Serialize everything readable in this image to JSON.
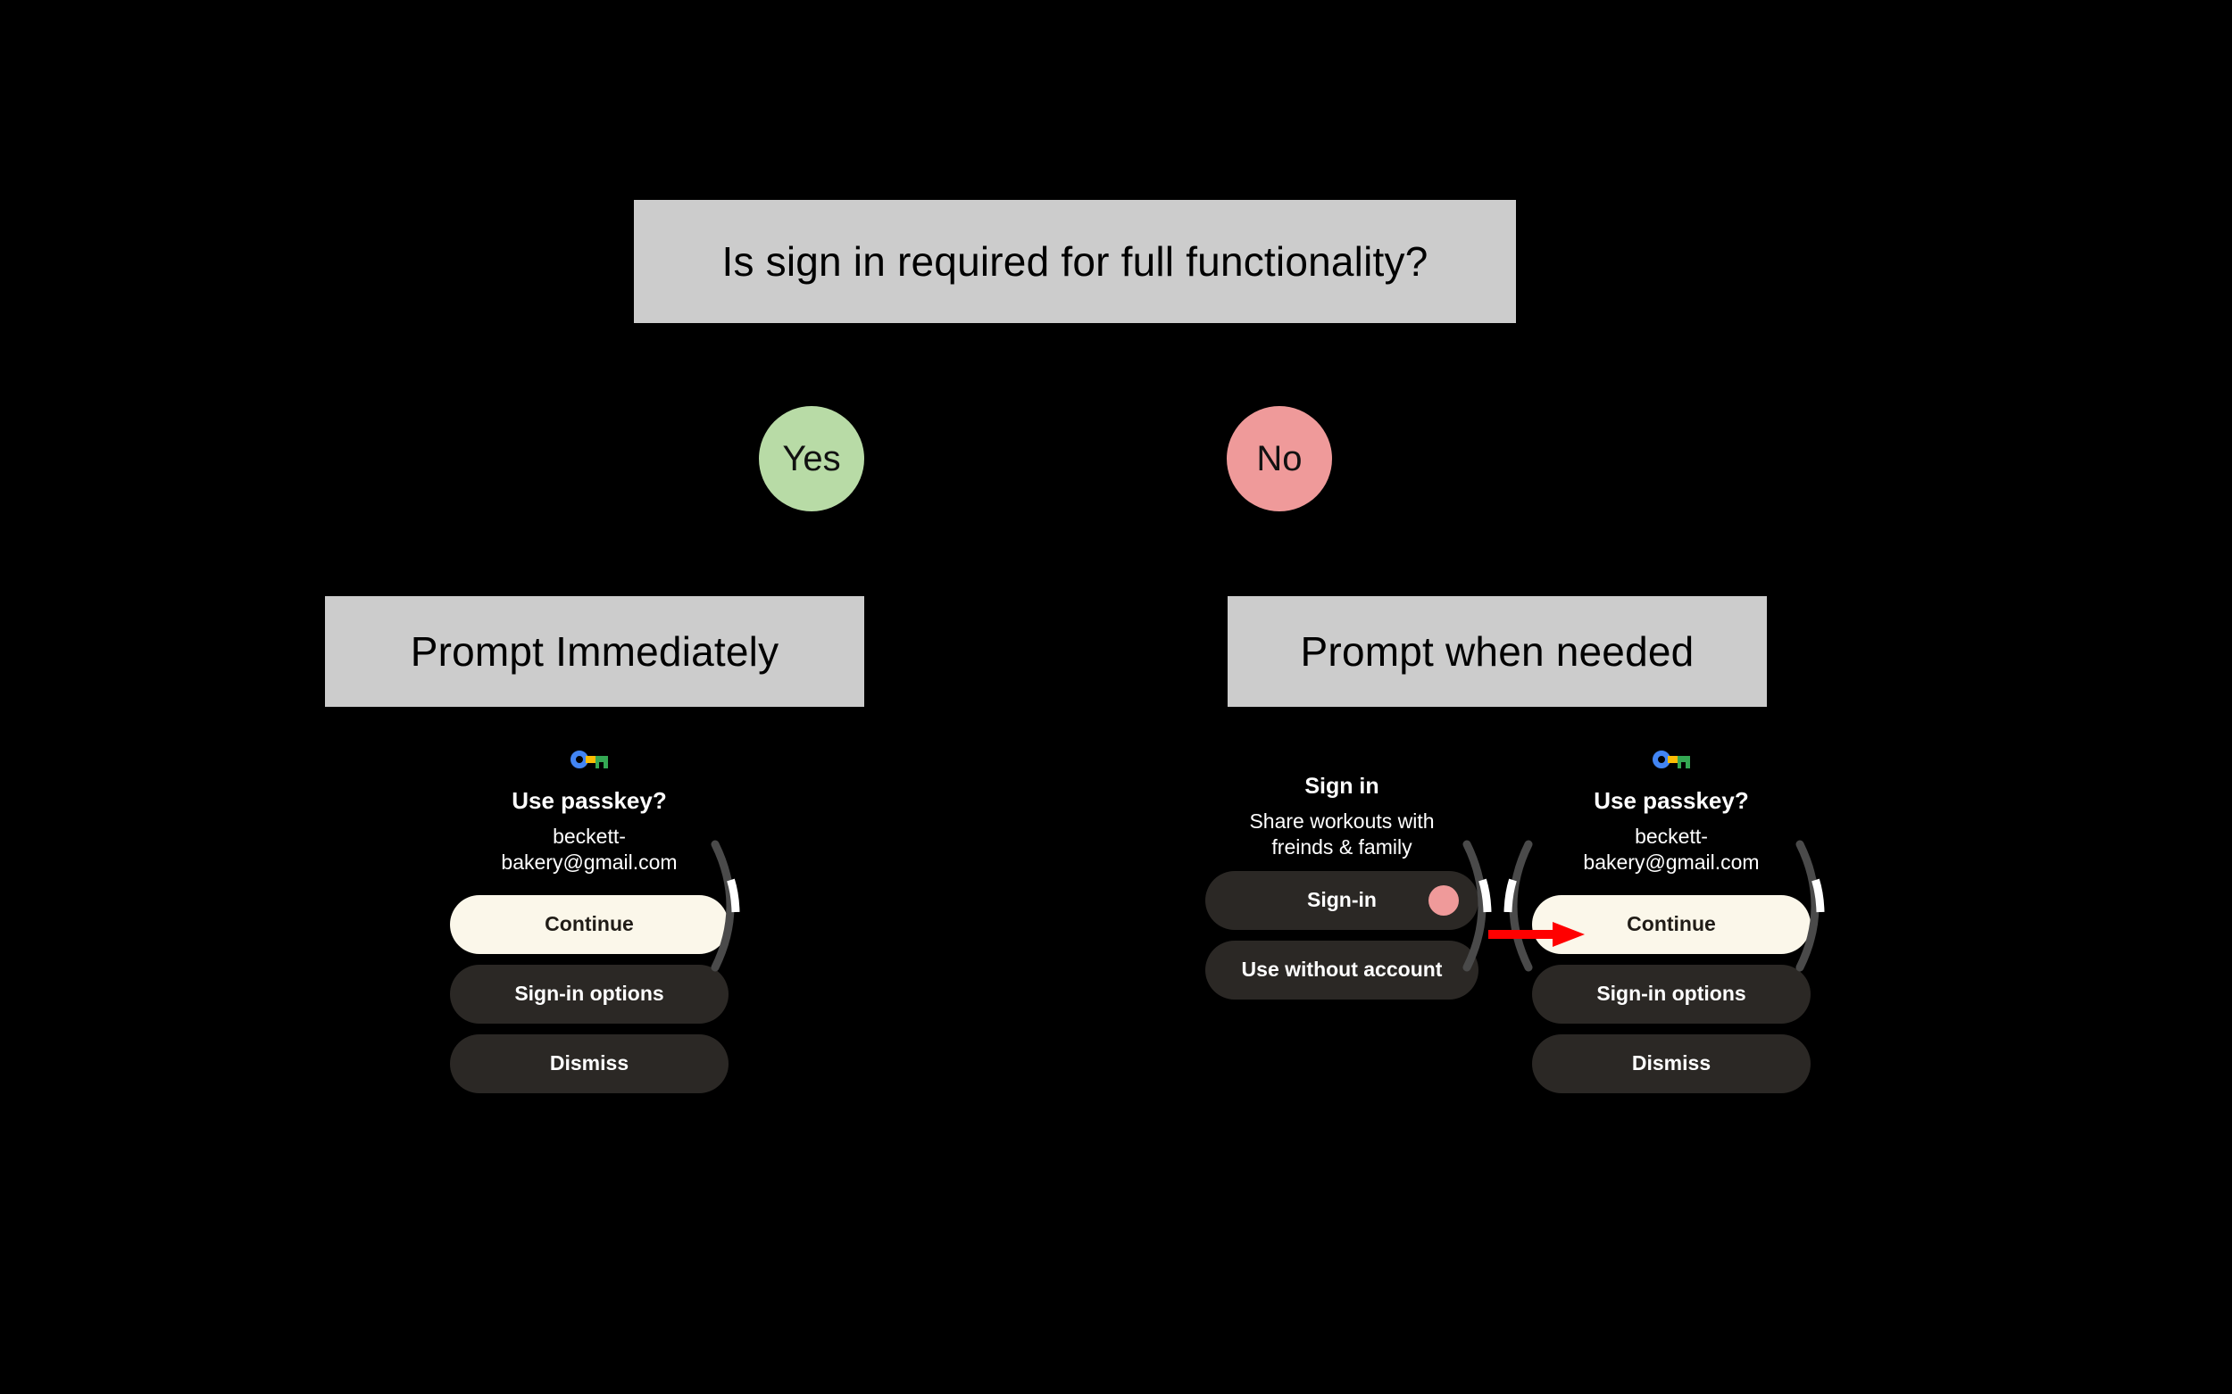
{
  "diagram": {
    "type": "flowchart",
    "background_color": "#000000",
    "node_fill": "#cccccc",
    "yes_color": "#b8dba6",
    "no_color": "#ef9a9a",
    "annotation_color": "#ff0000",
    "question": "Is sign in required for full functionality?",
    "branches": [
      {
        "label": "Yes",
        "outcome": "Prompt Immediately"
      },
      {
        "label": "No",
        "outcome": "Prompt when needed"
      }
    ]
  },
  "watch_left": {
    "icon": "google-passkey-icon",
    "title": "Use passkey?",
    "subtitle": "beckett-bakery@gmail.com",
    "buttons": [
      {
        "label": "Continue",
        "style": "primary"
      },
      {
        "label": "Sign-in options",
        "style": "secondary"
      },
      {
        "label": "Dismiss",
        "style": "secondary"
      }
    ],
    "scrollbar": {
      "visible": true
    }
  },
  "watch_middle": {
    "title": "Sign in",
    "subtitle": "Share workouts with freinds & family",
    "buttons": [
      {
        "label": "Sign-in",
        "style": "secondary",
        "avatar": true,
        "avatar_color": "#ef9a9a"
      },
      {
        "label": "Use without account",
        "style": "secondary",
        "avatar": false
      }
    ],
    "scrollbar": {
      "visible": true
    }
  },
  "watch_right": {
    "icon": "google-passkey-icon",
    "title": "Use passkey?",
    "subtitle": "beckett-bakery@gmail.com",
    "buttons": [
      {
        "label": "Continue",
        "style": "primary"
      },
      {
        "label": "Sign-in options",
        "style": "secondary"
      },
      {
        "label": "Dismiss",
        "style": "secondary"
      }
    ],
    "scrollbar": {
      "visible": true
    },
    "annotation": {
      "type": "arrow",
      "points_to": "Continue",
      "color": "#ff0000"
    }
  }
}
